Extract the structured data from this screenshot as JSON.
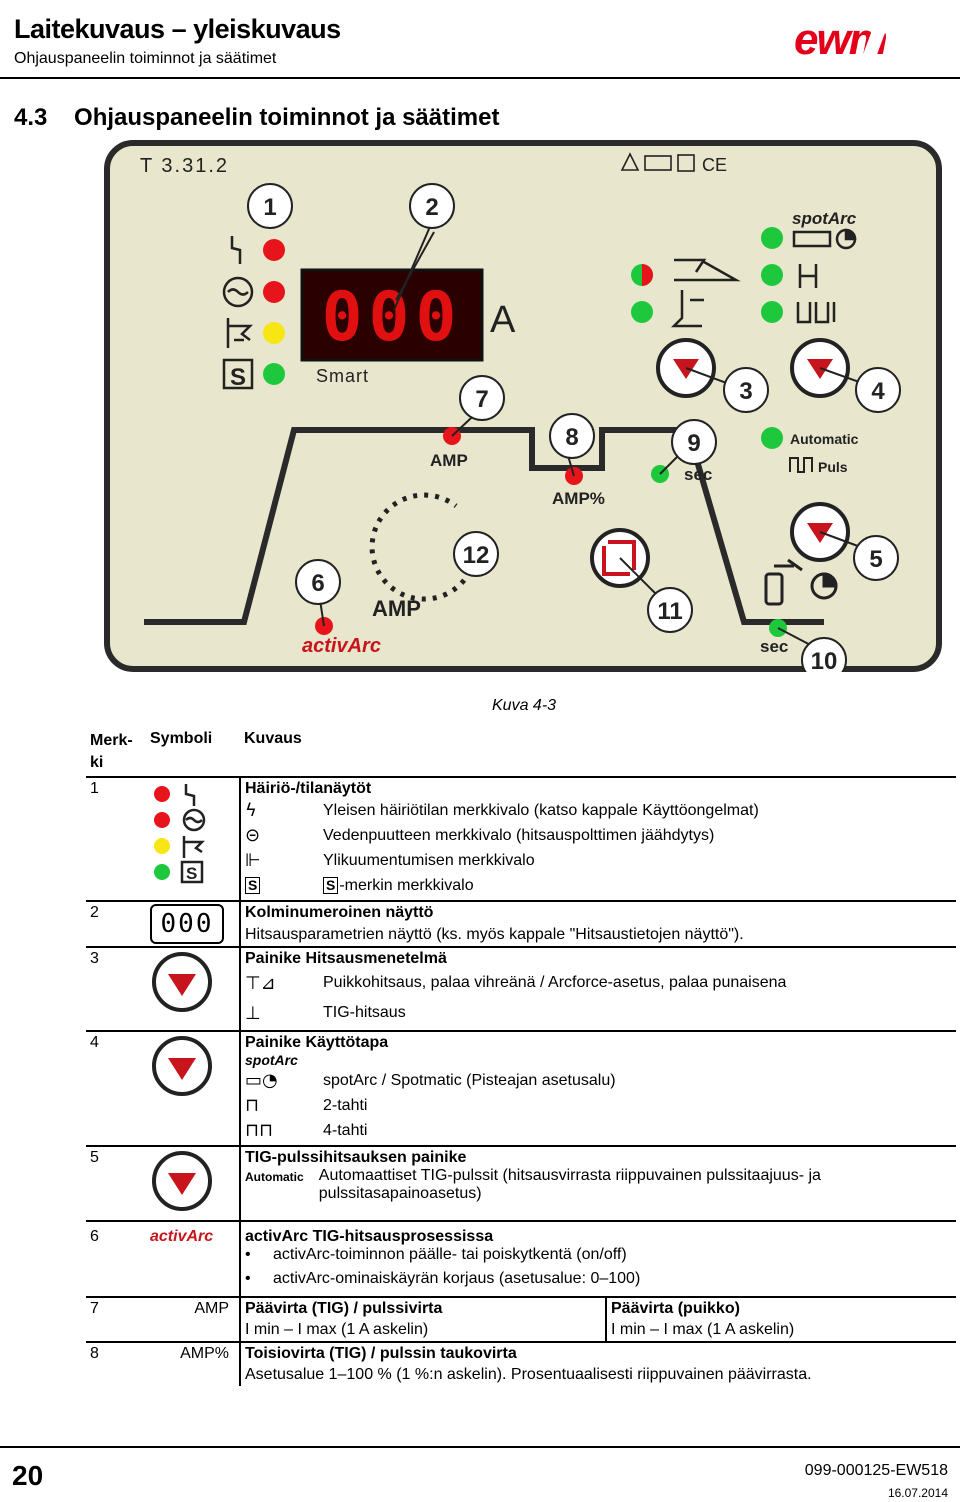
{
  "header": {
    "title": "Laitekuvaus – yleiskuvaus",
    "subtitle": "Ohjauspaneelin toiminnot ja säätimet",
    "logo_text": "ewm"
  },
  "section": {
    "number": "4.3",
    "title": "Ohjauspaneelin toiminnot ja säätimet"
  },
  "panel": {
    "model": "T 3.31.2",
    "display_value": "000",
    "unit": "A",
    "smart": "Smart",
    "amp_top": "AMP",
    "amp_pct": "AMP%",
    "sec_mid": "sec",
    "amp_left": "AMP",
    "activarc": "activArc",
    "sec_bottom": "sec",
    "spotarc": "spotArc",
    "automatic": "Automatic",
    "puls": "Puls",
    "callouts": [
      "1",
      "2",
      "3",
      "4",
      "5",
      "6",
      "7",
      "8",
      "9",
      "10",
      "11",
      "12"
    ]
  },
  "caption": "Kuva 4-3",
  "table": {
    "headers": {
      "merkki": "Merk-ki",
      "symboli": "Symboli",
      "kuvaus": "Kuvaus"
    },
    "rows": {
      "r1": {
        "num": "1",
        "title": "Häiriö-/tilanäytöt",
        "items": [
          "Yleisen häiriötilan merkkivalo (katso kappale Käyttöongelmat)",
          "Vedenpuutteen merkkivalo (hitsauspolttimen jäähdytys)",
          "Ylikuumentumisen merkkivalo",
          "-merkin merkkivalo"
        ]
      },
      "r2": {
        "num": "2",
        "title": "Kolminumeroinen näyttö",
        "text": "Hitsausparametrien näyttö (ks. myös kappale \"Hitsaustietojen näyttö\").",
        "display": "000"
      },
      "r3": {
        "num": "3",
        "title": "Painike Hitsausmenetelmä",
        "items": [
          "Puikkohitsaus, palaa vihreänä / Arcforce-asetus, palaa punaisena",
          "TIG-hitsaus"
        ]
      },
      "r4": {
        "num": "4",
        "title": "Painike Käyttötapa",
        "spotarc": "spotArc",
        "items": [
          "spotArc / Spotmatic (Pisteajan asetusalu)",
          "2-tahti",
          "4-tahti"
        ]
      },
      "r5": {
        "num": "5",
        "title": "TIG-pulssihitsauksen painike",
        "icon_text": "Automatic",
        "items": [
          "Automaattiset TIG-pulssit (hitsausvirrasta riippuvainen pulssitaajuus- ja pulssitasapainoasetus)"
        ]
      },
      "r6": {
        "num": "6",
        "symbol": "activArc",
        "title": "activArc TIG-hitsausprosessissa",
        "bullets": [
          "activArc-toiminnon päälle- tai poiskytkentä (on/off)",
          "activArc-ominaiskäyrän korjaus (asetusalue: 0–100)"
        ]
      },
      "r7": {
        "num": "7",
        "symbol": "AMP",
        "title_a": "Päävirta (TIG) / pulssivirta",
        "text_a": "I min – I max (1 A askelin)",
        "title_b": "Päävirta (puikko)",
        "text_b": "I min – I max (1 A askelin)"
      },
      "r8": {
        "num": "8",
        "symbol": "AMP%",
        "title": "Toisiovirta (TIG) / pulssin taukovirta",
        "text": "Asetusalue 1–100 % (1 %:n askelin). Prosentuaalisesti riippuvainen päävirrasta."
      }
    }
  },
  "footer": {
    "page": "20",
    "doc": "099-000125-EW518",
    "date": "16.07.2014"
  },
  "colors": {
    "panel_bg": "#e8e6cc",
    "led_red": "#e8141c",
    "led_green": "#1ec83c",
    "led_yellow": "#f8e614",
    "display_bg": "#2a0000",
    "display_seg": "#e01010"
  }
}
